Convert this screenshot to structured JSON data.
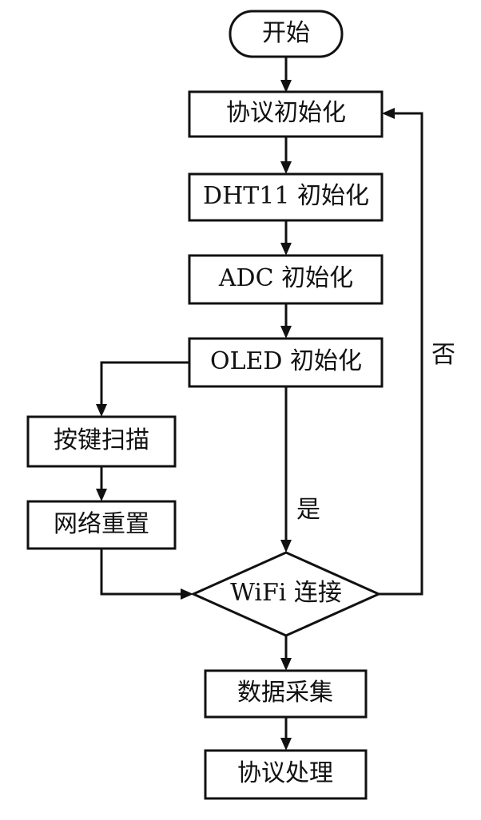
{
  "nodes": {
    "start": "开始",
    "protocol_init": "协议初始化",
    "dht11_init": "DHT11 初始化",
    "adc_init": "ADC 初始化",
    "oled_init": "OLED 初始化",
    "key_scan": "按键扫描",
    "network_reset": "网络重置",
    "wifi_connect": "WiFi 连接",
    "data_collect": "数据采集",
    "protocol_process": "协议处理"
  },
  "edges": {
    "yes": "是",
    "no": "否"
  }
}
